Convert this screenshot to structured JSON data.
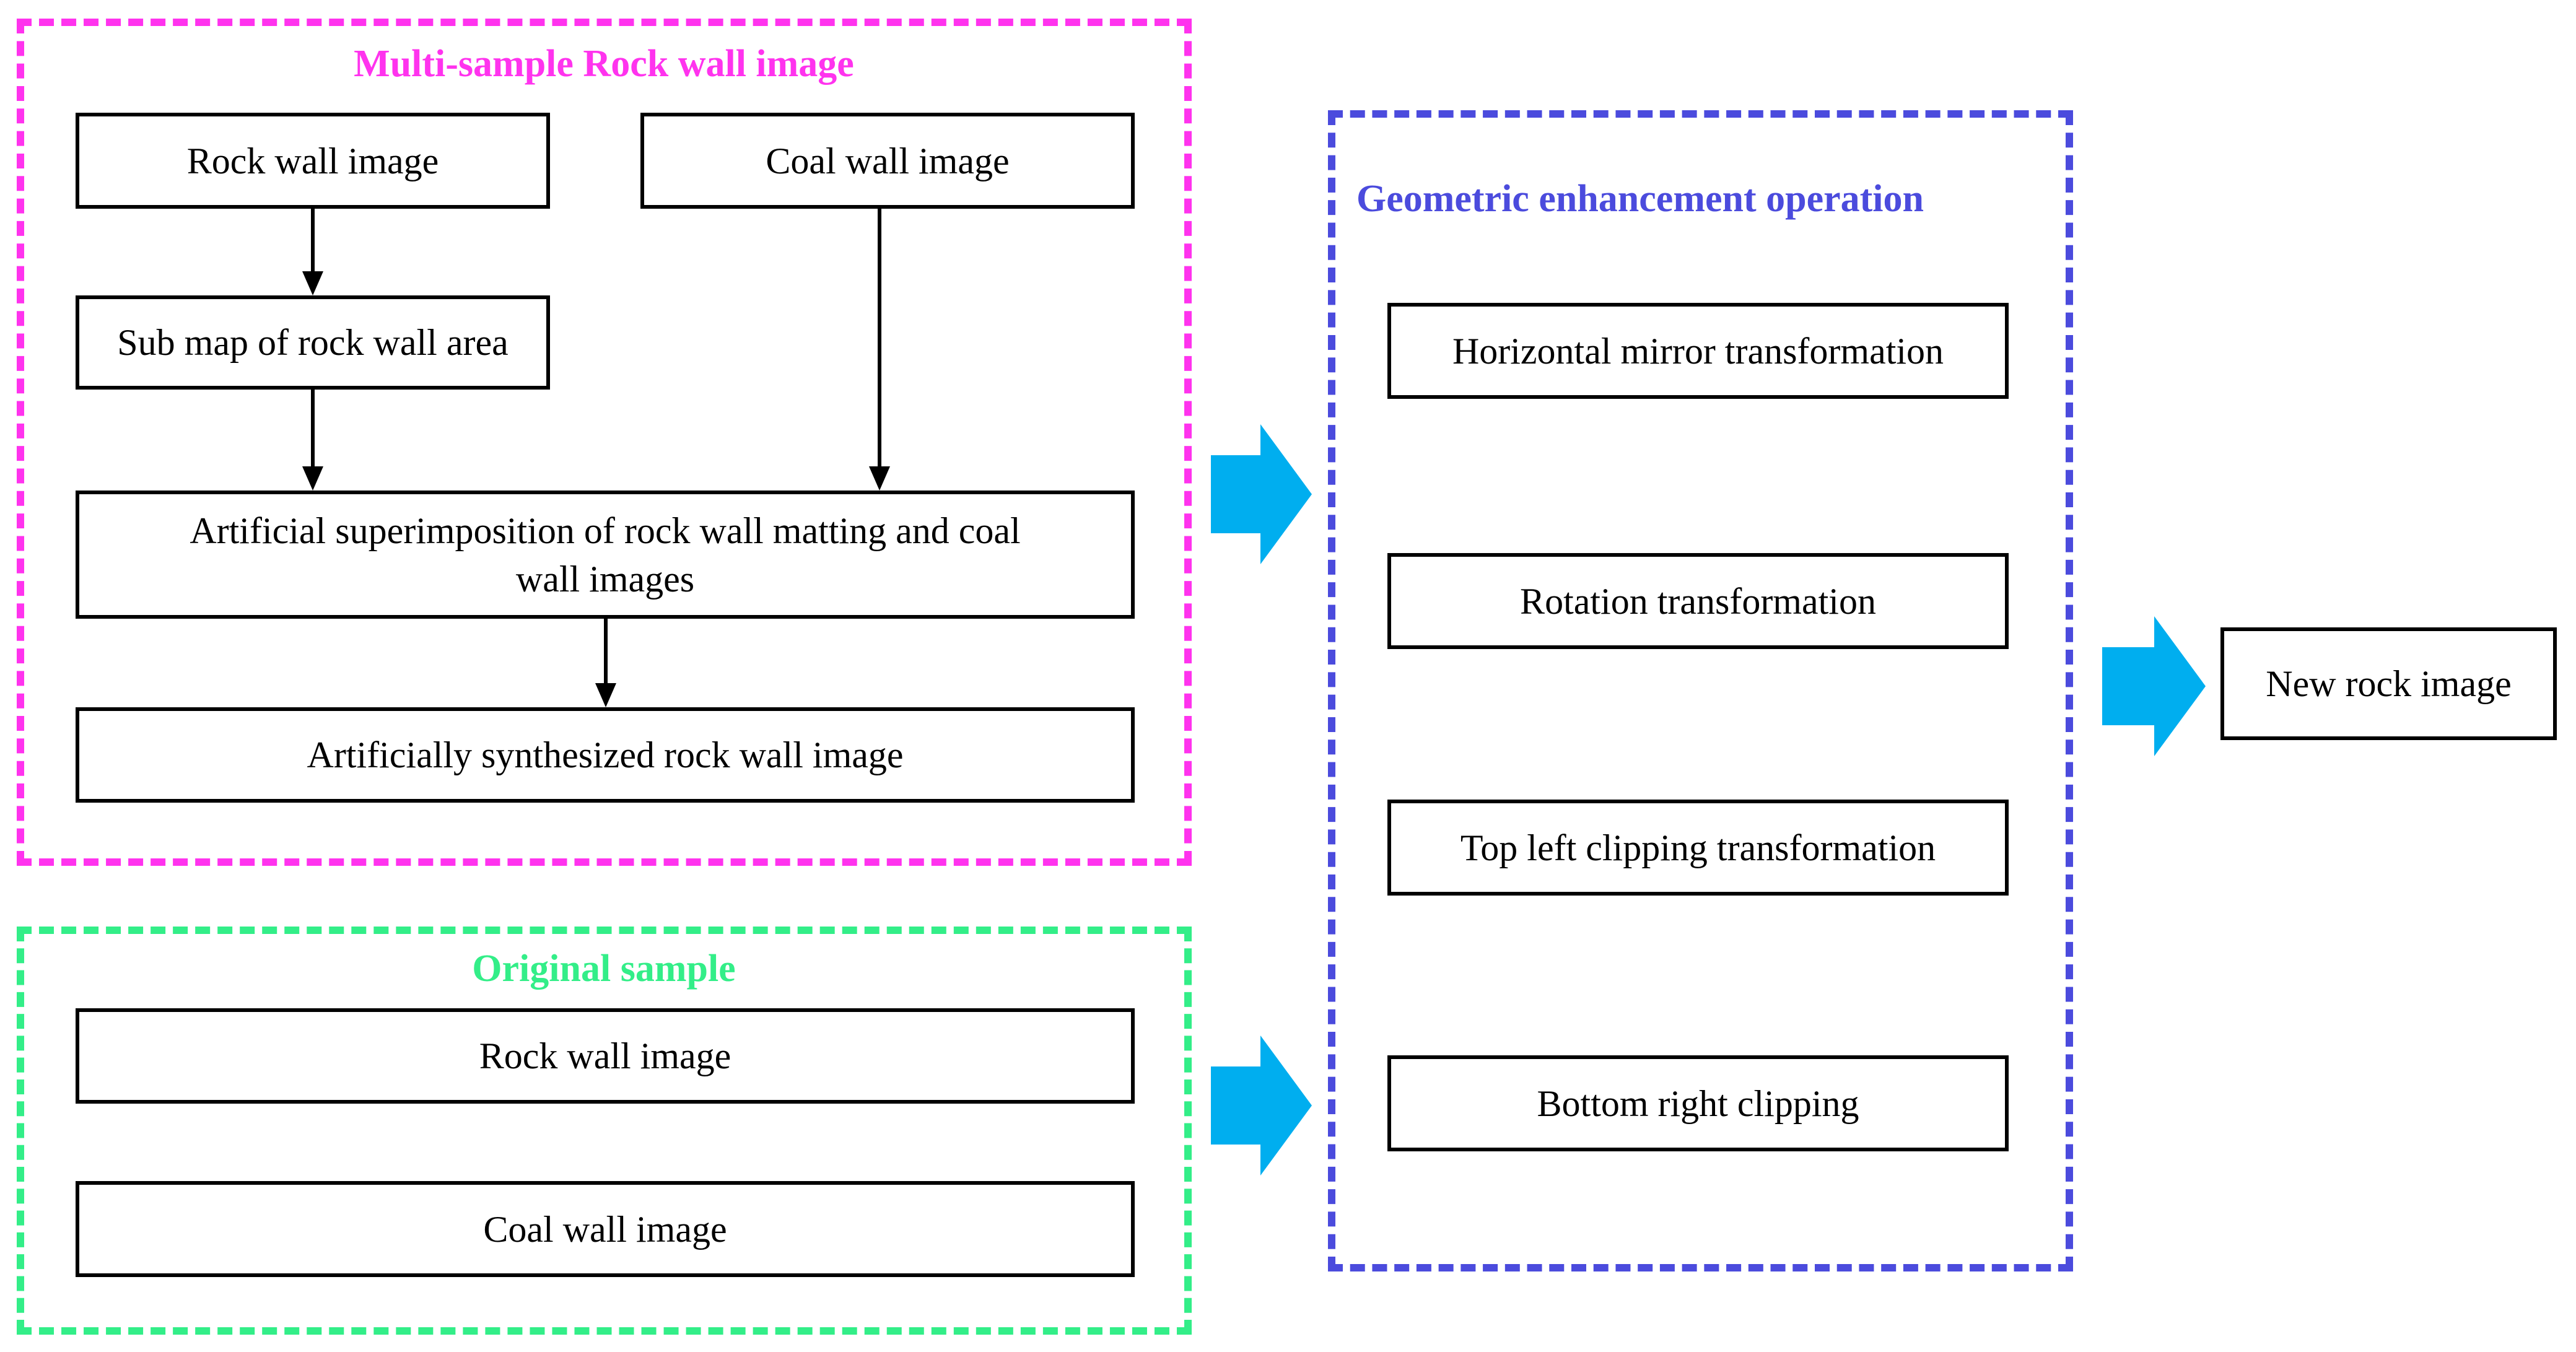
{
  "groups": {
    "multi_sample": {
      "title": "Multi-sample Rock wall image",
      "color": "#FF33EE"
    },
    "original": {
      "title": "Original sample",
      "color": "#33EE88"
    },
    "geometric": {
      "title": "Geometric enhancement operation",
      "color": "#4B4BDD"
    }
  },
  "nodes": {
    "rock_wall_image_1": "Rock wall image",
    "coal_wall_image_1": "Coal wall image",
    "sub_map": "Sub map of rock wall area",
    "superimposition": "Artificial superimposition of rock wall matting and coal wall images",
    "synthesized": "Artificially synthesized rock wall image",
    "rock_wall_image_2": "Rock wall image",
    "coal_wall_image_2": "Coal wall image",
    "horizontal_mirror": "Horizontal mirror transformation",
    "rotation": "Rotation transformation",
    "top_left": "Top left clipping transformation",
    "bottom_right": "Bottom right clipping",
    "new_rock": "New rock image"
  },
  "colors": {
    "block_arrow": "#00AEEF",
    "line": "#000000"
  }
}
